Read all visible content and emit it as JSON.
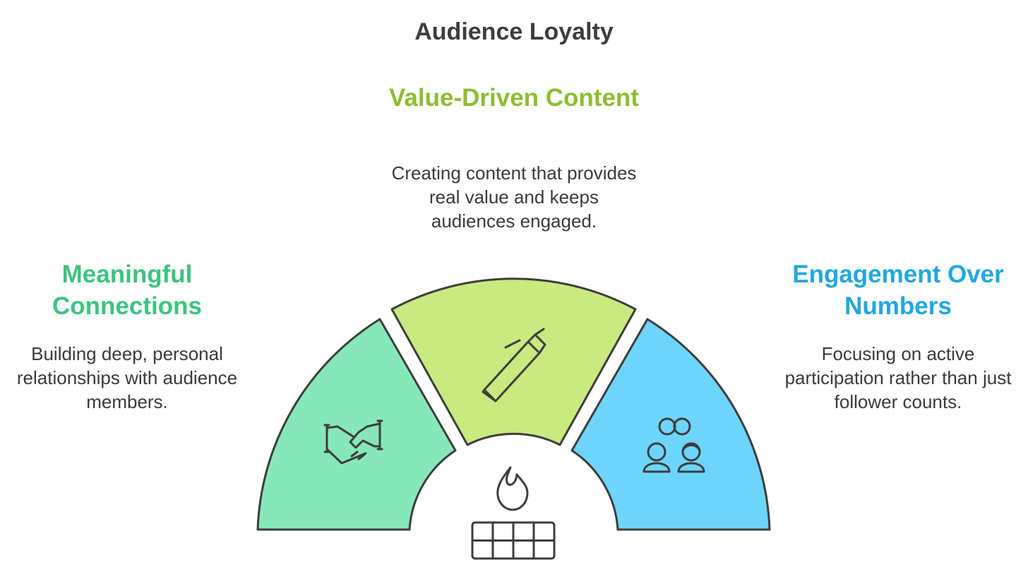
{
  "title": "Audience Loyalty",
  "colors": {
    "green": "#86E8B8",
    "lime": "#C8EA7E",
    "blue": "#6DD5FC",
    "green_text": "#3CC47F",
    "lime_text": "#8DBE2E",
    "blue_text": "#1FA8E0",
    "stroke": "#3d3d3d"
  },
  "sections": {
    "left": {
      "heading": "Meaningful Connections",
      "description": "Building deep, personal relationships with audience members.",
      "icon": "handshake-icon"
    },
    "center": {
      "heading": "Value-Driven Content",
      "description": "Creating content that provides real value and keeps audiences engaged.",
      "icon": "pen-icon"
    },
    "right": {
      "heading": "Engagement Over Numbers",
      "description": "Focusing on active participation rather than just follower counts.",
      "icon": "linked-people-icon"
    }
  },
  "base_icon": "flame-on-grid-icon"
}
